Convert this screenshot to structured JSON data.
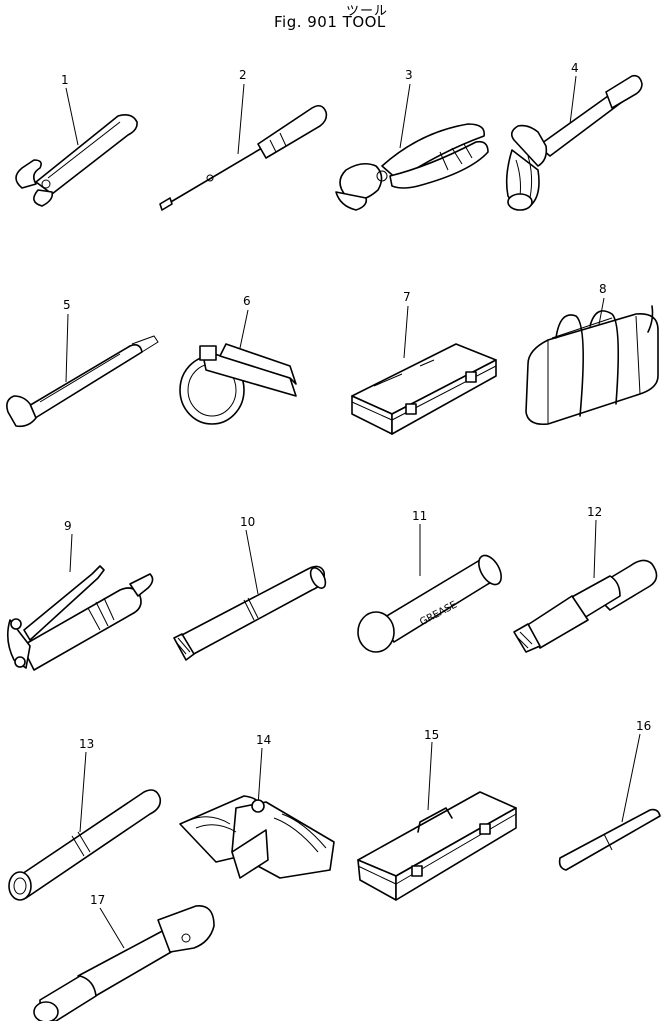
{
  "header": {
    "subtitle_jp": "ツール",
    "title": "Fig. 901  TOOL"
  },
  "callouts": [
    "1",
    "2",
    "3",
    "4",
    "5",
    "6",
    "7",
    "8",
    "9",
    "10",
    "11",
    "12",
    "13",
    "14",
    "15",
    "16",
    "17"
  ],
  "labels": {
    "grease_label": "GREASE"
  }
}
